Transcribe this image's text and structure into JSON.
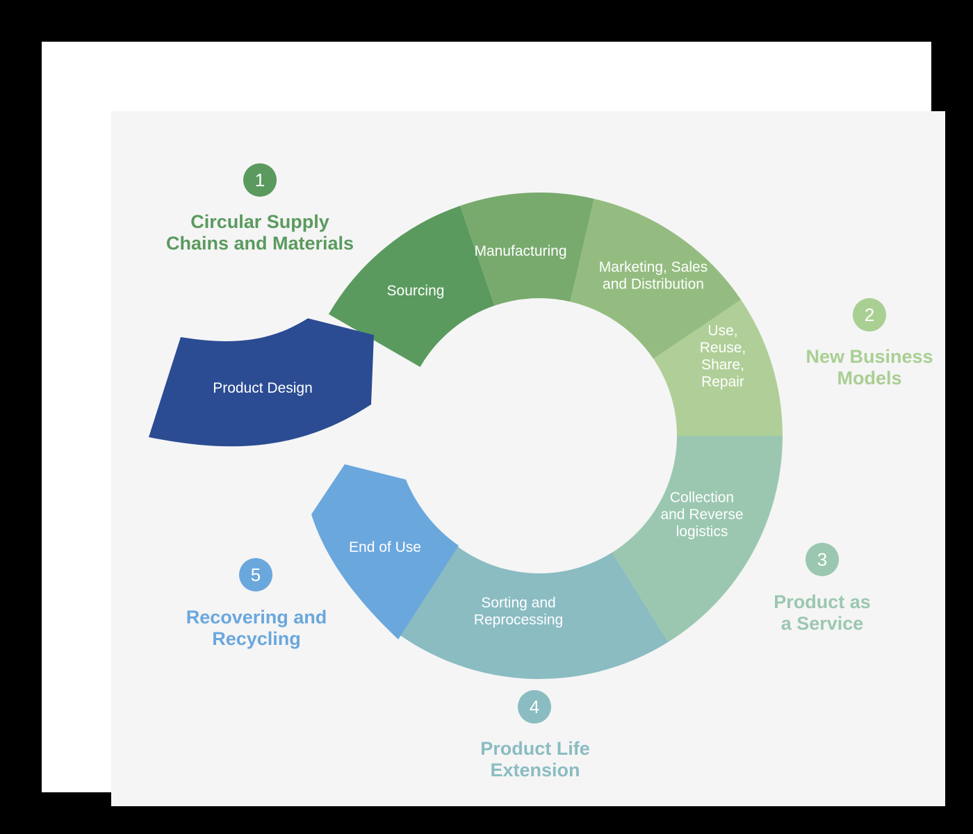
{
  "segments": [
    {
      "id": "sourcing",
      "lines": [
        "Sourcing"
      ],
      "color": "#5a9a5e"
    },
    {
      "id": "manufacturing",
      "lines": [
        "Manufacturing"
      ],
      "color": "#78aa6e"
    },
    {
      "id": "marketing",
      "lines": [
        "Marketing, Sales",
        "and Distribution"
      ],
      "color": "#94bc80"
    },
    {
      "id": "use",
      "lines": [
        "Use,",
        "Reuse,",
        "Share,",
        "Repair"
      ],
      "color": "#b0cf98"
    },
    {
      "id": "collection",
      "lines": [
        "Collection",
        "and Reverse",
        "logistics"
      ],
      "color": "#9bc7b0"
    },
    {
      "id": "sorting",
      "lines": [
        "Sorting and",
        "Reprocessing"
      ],
      "color": "#8abcc2"
    },
    {
      "id": "end-of-use",
      "lines": [
        "End of Use"
      ],
      "color": "#6aa7dd"
    },
    {
      "id": "product-design",
      "lines": [
        "Product Design"
      ],
      "color": "#2b4c92"
    }
  ],
  "groups": [
    {
      "number": "1",
      "title_lines": [
        "Circular Supply",
        "Chains and Materials"
      ],
      "color": "#5a9a5e"
    },
    {
      "number": "2",
      "title_lines": [
        "New Business",
        "Models"
      ],
      "color": "#a9cf93"
    },
    {
      "number": "3",
      "title_lines": [
        "Product as",
        "a Service"
      ],
      "color": "#9bc7b0"
    },
    {
      "number": "4",
      "title_lines": [
        "Product Life",
        "Extension"
      ],
      "color": "#8abcc2"
    },
    {
      "number": "5",
      "title_lines": [
        "Recovering and",
        "Recycling"
      ],
      "color": "#6aa7dd"
    }
  ]
}
